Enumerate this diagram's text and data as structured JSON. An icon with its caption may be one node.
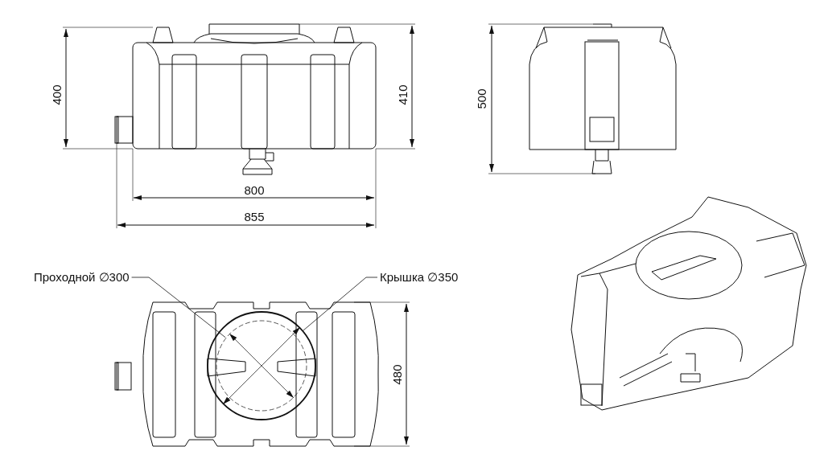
{
  "diagram": {
    "nodes": [
      {
        "text": [
          "Проходной ∅300"
        ]
      },
      {
        "text": [],
        "shape": "circle",
        "in": 2
      },
      {
        "text": [],
        "shape": "circle"
      },
      {
        "text": [
          "Крышка ∅350"
        ]
      }
    ],
    "edges": [
      {
        "from": 0,
        "to": 1,
        "arrow": "none"
      },
      {
        "from": 3,
        "to": 2,
        "arrow": "none"
      }
    ],
    "labels": [
      "400",
      "410",
      "500",
      "800",
      "855",
      "480"
    ]
  }
}
